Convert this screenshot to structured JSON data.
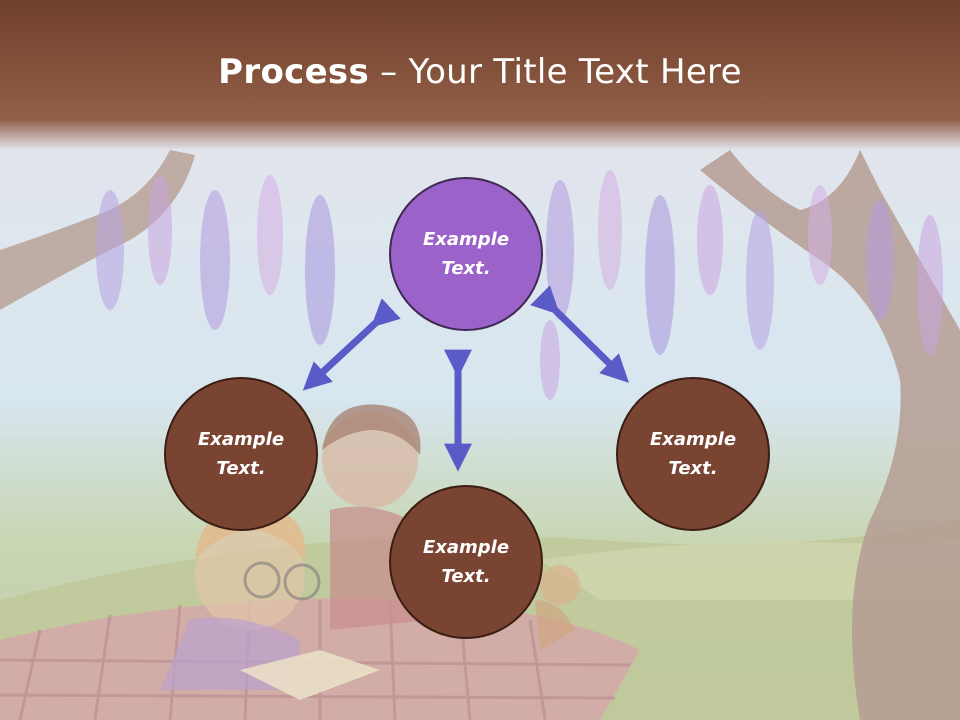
{
  "slide": {
    "title_bold": "Process",
    "title_dash": " – ",
    "title_rest": "Your Title Text Here"
  },
  "diagram": {
    "nodes": {
      "top": {
        "line1": "Example",
        "line2": "Text.",
        "color": "#9b63c9"
      },
      "left": {
        "line1": "Example",
        "line2": "Text.",
        "color": "#7a4433"
      },
      "right": {
        "line1": "Example",
        "line2": "Text.",
        "color": "#7a4433"
      },
      "bottom": {
        "line1": "Example",
        "line2": "Text.",
        "color": "#7a4433"
      }
    },
    "arrow_color": "#5b5bc8"
  },
  "colors": {
    "title_bar": "#7a4633",
    "title_text": "#ffffff"
  }
}
